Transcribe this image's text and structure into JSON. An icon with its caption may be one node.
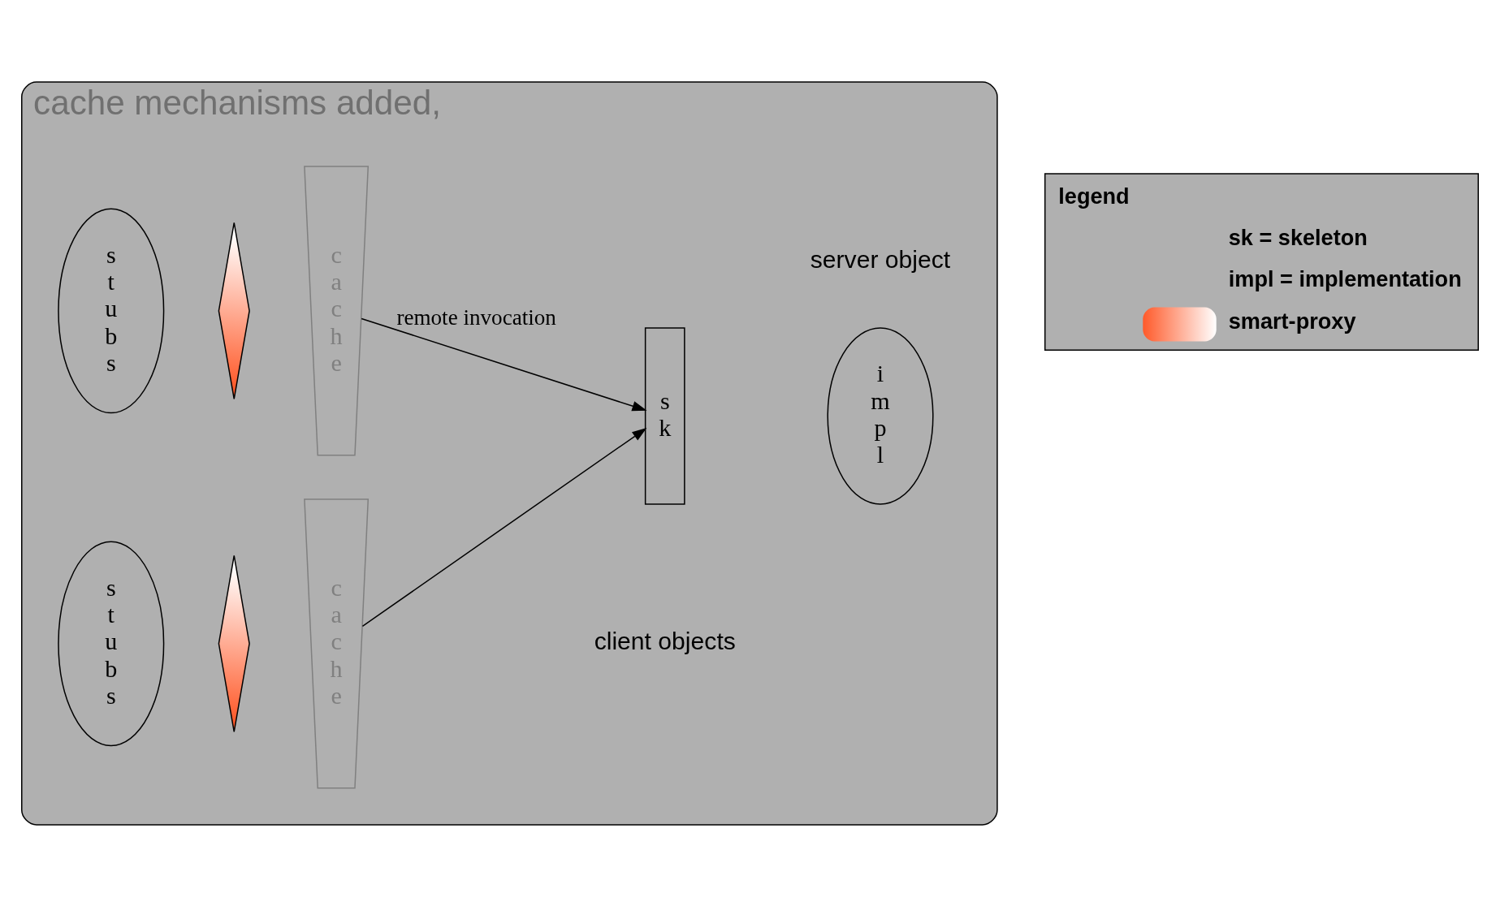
{
  "diagram": {
    "nodes": [
      {
        "text": [
          "cache mechanisms added,"
        ]
      },
      {
        "text": [
          "stubs"
        ],
        "in": 0
      },
      {
        "text": [],
        "shape": "diamond",
        "in": 0
      },
      {
        "text": [
          "cache"
        ],
        "in": 0
      },
      {
        "text": [
          "stubs"
        ],
        "in": 0
      },
      {
        "text": [],
        "shape": "diamond",
        "in": 0
      },
      {
        "text": [
          "cache"
        ],
        "in": 0
      },
      {
        "text": [
          "sk"
        ],
        "in": 0
      },
      {
        "text": [
          "impl"
        ],
        "in": 0
      }
    ],
    "edges": [
      {
        "from": 3,
        "to": 7,
        "arrow": "to",
        "label": "remote invocation"
      },
      {
        "from": 6,
        "to": 7,
        "arrow": "to"
      }
    ],
    "labels": [
      "client objects",
      "server object",
      "legend"
    ],
    "legend": [
      {
        "text": "sk = skeleton"
      },
      {
        "text": "impl = implementation"
      },
      {
        "text": "smart-proxy"
      }
    ]
  }
}
